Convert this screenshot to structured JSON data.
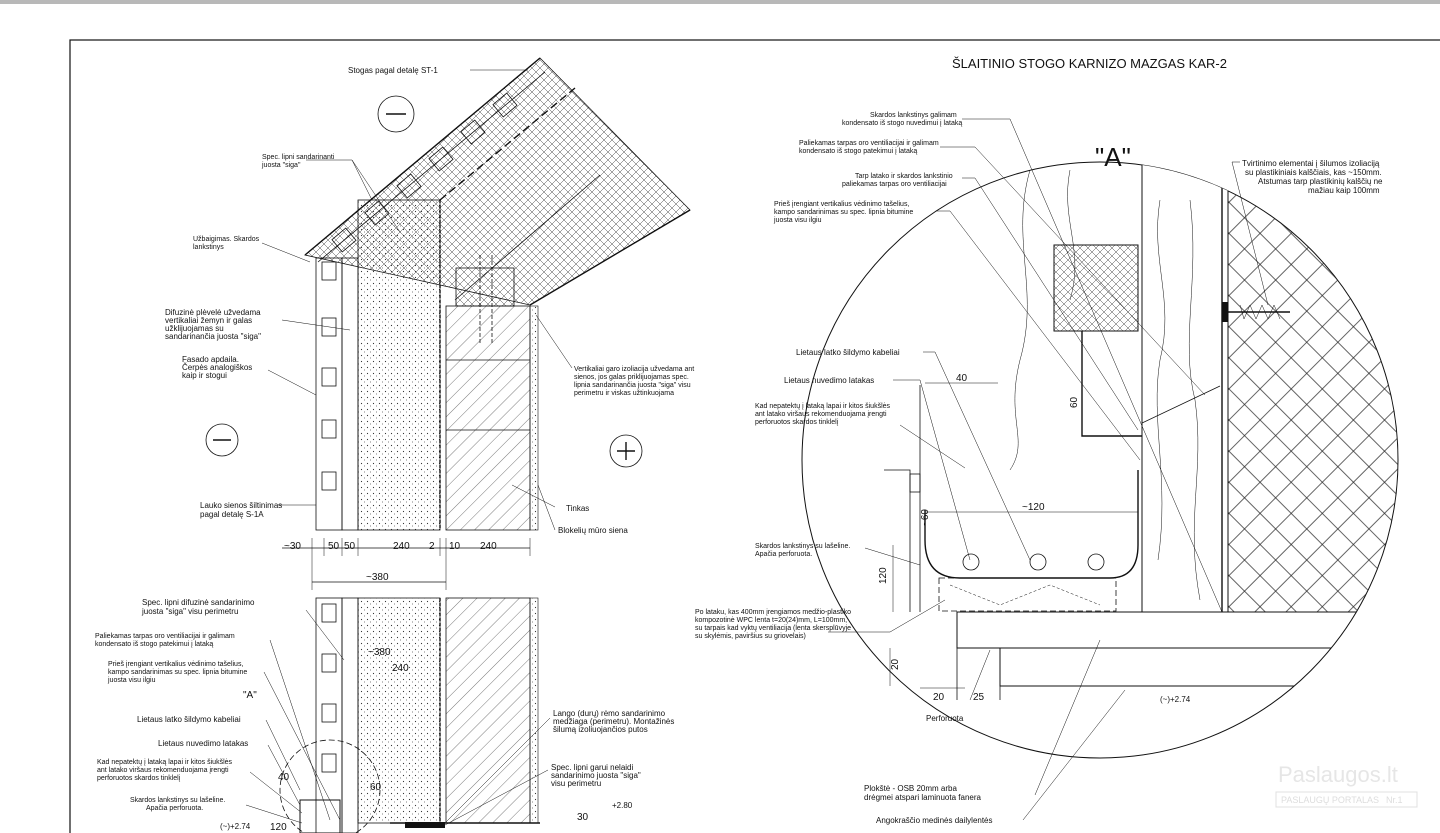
{
  "title": "ŠLAITINIO STOGO KARNIZO MAZGAS KAR-2",
  "detail_label": "\"A\"",
  "symbols": {
    "minus": "−",
    "plus": "+"
  },
  "left_labels": {
    "stogas": "Stogas pagal detalę ST-1",
    "spec_juosta": [
      "Spec. lipni sandarinanti",
      "juosta \"siga\""
    ],
    "uzbaigimas": [
      "Užbaigimas. Skardos",
      "lankstinys"
    ],
    "difuzine": [
      "Difuzinė plėvelė užvedama",
      "vertikaliai žemyn ir galas",
      "užklijuojamas su",
      "sandarinančia juosta \"siga\""
    ],
    "fasado": [
      "Fasado apdaila.",
      "Čerpės analogiškos",
      "kaip ir stogui"
    ],
    "garo": [
      "Vertikaliai garo izoliacija užvedama ant",
      "sienos, jos galas priklijuojamas spec.",
      "lipnia sandarinančia juosta \"siga\" visu",
      "perimetru ir viskas užtinkuojama"
    ],
    "lauko": [
      "Lauko sienos šiltinimas",
      "pagal detalę S-1A"
    ],
    "tinkas": "Tinkas",
    "blokeliu": "Blokelių mūro siena",
    "spec_difuzine": [
      "Spec. lipni difuzinė sandarinimo",
      "juosta \"siga\" visu perimetru"
    ],
    "paliekamas": [
      "Paliekamas tarpas oro ventiliacijai ir galimam",
      "kondensato iš stogo patekimui į lataką"
    ],
    "pries": [
      "Prieš įrengiant vertikalius vėdinimo tašelius,",
      "kampo sandarinimas su spec. lipnia  bitumine",
      "juosta visu ilgiu"
    ],
    "a_small": "\"A\"",
    "lietaus_kabeliai": "Lietaus latko šildymo kabeliai",
    "lietaus_latakas": "Lietaus nuvedimo latakas",
    "kad_nepatektu": [
      "Kad nepatektų į lataką lapai ir kitos šiukšlės",
      "ant latako viršaus rekomenduojama įrengti",
      "perforuotos skardos tinklelį"
    ],
    "skardos_laseline": [
      "Skardos lankstinys su lašeline.",
      "Apačia perforuota."
    ],
    "lango": [
      "Lango (durų) rėmo sandarinimo",
      "medžiaga (perimetru). Montažinės",
      "šilumą izoliuojančios putos"
    ],
    "spec_garu": [
      "Spec. lipni garui nelaidi",
      "sandarinimo juosta \"siga\"",
      "visu perimetru"
    ],
    "lvl_274": "(~)+2.74",
    "lvl_280": "+2.80"
  },
  "left_dims": {
    "d30": "~30",
    "d50a": "50",
    "d50b": "50",
    "d240a": "240",
    "d2": "2",
    "d10": "10",
    "d240b": "240",
    "d380": "~380",
    "d380b": "~380",
    "d240c": "240",
    "d40": "40",
    "d60": "60",
    "d120": "120",
    "d30b": "30"
  },
  "right_labels": {
    "skardos_galimam": [
      "Skardos lankstinys galimam",
      "kondensato iš stogo nuvedimui į lataką"
    ],
    "paliekamas": [
      "Paliekamas tarpas oro ventiliacijai ir galimam",
      "kondensato iš stogo patekimui į lataką"
    ],
    "tarp_latako": [
      "Tarp latako ir skardos lankstinio",
      "paliekamas tarpas oro ventiliacijai"
    ],
    "pries": [
      "Prieš įrengiant vertikalius vėdinimo tašelius,",
      "kampo sandarinimas su spec. lipnia  bitumine",
      "juosta visu ilgiu"
    ],
    "tvirtinimo": [
      "Tvirtinimo elementai į šilumos izoliaciją",
      "su plastikiniais kalščiais, kas ~150mm.",
      "Atstumas tarp plastikinių kalščių ne",
      "mažiau kaip 100mm"
    ],
    "kabeliai": "Lietaus latko šildymo kabeliai",
    "latakas": "Lietaus nuvedimo latakas",
    "kad_nepatektu": [
      "Kad nepatektų į lataką lapai ir kitos šiukšlės",
      "ant latako viršaus rekomenduojama įrengti",
      "perforuotos skardos tinklelį"
    ],
    "laseline": [
      "Skardos lankstinys su lašeline.",
      "Apačia perforuota."
    ],
    "po_lataku": [
      "Po lataku, kas 400mm įrengiamos medžio-plastiko",
      "kompozotinė WPC lenta t=20(24)mm, L=100mm,",
      "su tarpais kad vyktų ventiliacija (lenta skersplūvyje",
      "su skylėmis, paviršius su griovelais)"
    ],
    "perforuota": "Perforuota",
    "lvl_274": "(~)+2.74",
    "plokste": [
      "Plokštė - OSB 20mm arba",
      "drėgmei atspari laminuota fanera"
    ],
    "angokrascio": "Angokraščio medinės dailylentės"
  },
  "right_dims": {
    "d40": "40",
    "d60": "60",
    "d120w": "~120",
    "d60b": "~60",
    "d120": "120",
    "d20": "20",
    "d20b": "20",
    "d25": "25"
  },
  "watermark": {
    "brand": "Paslaugos.lt",
    "sub": "PASLAUGŲ PORTALAS",
    "badge": "Nr.1"
  }
}
